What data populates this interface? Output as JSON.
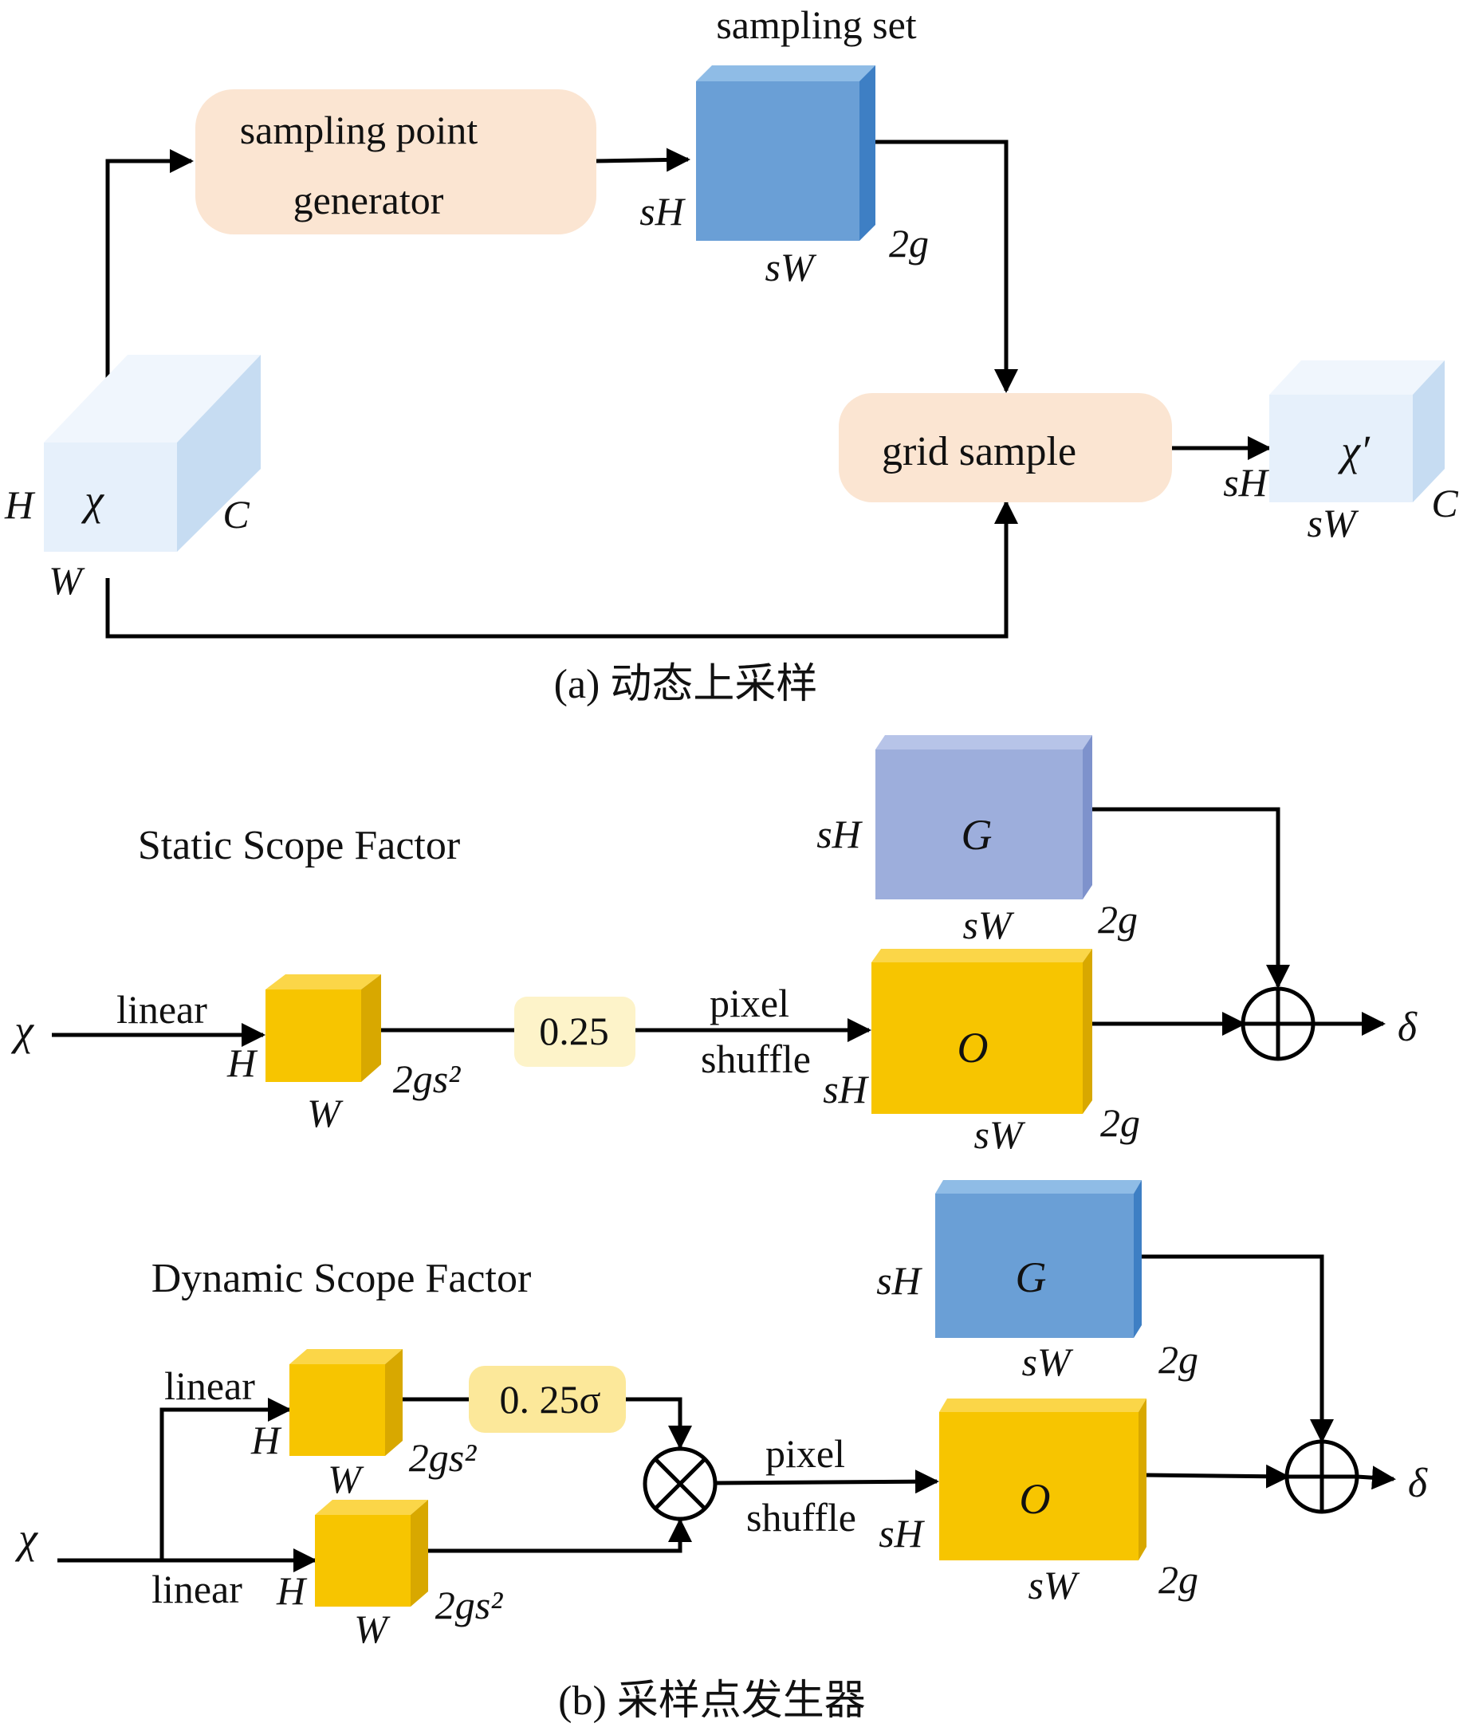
{
  "panel_a": {
    "caption": "(a)  动态上采样",
    "generator_label_line1": "sampling point",
    "generator_label_line2": "generator",
    "sampling_set_title": "sampling set",
    "sampling_set_dims": {
      "h": "sH",
      "w": "sW",
      "c": "2g"
    },
    "input_tensor": {
      "symbol": "χ",
      "h": "H",
      "w": "W",
      "c": "C"
    },
    "grid_sample_label": "grid sample",
    "output_tensor": {
      "symbol": "χ′",
      "h": "sH",
      "w": "sW",
      "c": "C"
    }
  },
  "panel_b": {
    "caption": "(b) 采样点发生器",
    "static": {
      "title": "Static Scope Factor",
      "input": "χ",
      "linear_label": "linear",
      "feature_dims": {
        "h": "H",
        "w": "W",
        "c": "2gs²"
      },
      "scale_label": "0.25",
      "pixel_label": "pixel",
      "shuffle_label": "shuffle",
      "offset": {
        "symbol": "O",
        "h": "sH",
        "w": "sW",
        "c": "2g"
      },
      "grid": {
        "symbol": "G",
        "h": "sH",
        "w": "sW",
        "c": "2g"
      },
      "output": "δ"
    },
    "dynamic": {
      "title": "Dynamic Scope Factor",
      "input": "χ",
      "linear_top_label": "linear",
      "linear_bottom_label": "linear",
      "feature_top_dims": {
        "h": "H",
        "w": "W",
        "c": "2gs²"
      },
      "feature_bottom_dims": {
        "h": "H",
        "w": "W",
        "c": "2gs²"
      },
      "scale_label": "0. 25σ",
      "pixel_label": "pixel",
      "shuffle_label": "shuffle",
      "offset": {
        "symbol": "O",
        "h": "sH",
        "w": "sW",
        "c": "2g"
      },
      "grid": {
        "symbol": "G",
        "h": "sH",
        "w": "sW",
        "c": "2g"
      },
      "output": "δ"
    }
  },
  "colors": {
    "light_blue_box": "#e6f0fb",
    "light_blue_side": "#c6dcf2",
    "blue_box": "#6a9fd6",
    "blue_side": "#3e7fc4",
    "periwinkle_box": "#9daedc",
    "periwinkle_side": "#7e92cc",
    "gold_box": "#f7c500",
    "gold_side": "#d8a800",
    "peach_block": "#fbe5d2",
    "scale_light": "#fdf3c9",
    "scale_dark": "#fce89a"
  }
}
